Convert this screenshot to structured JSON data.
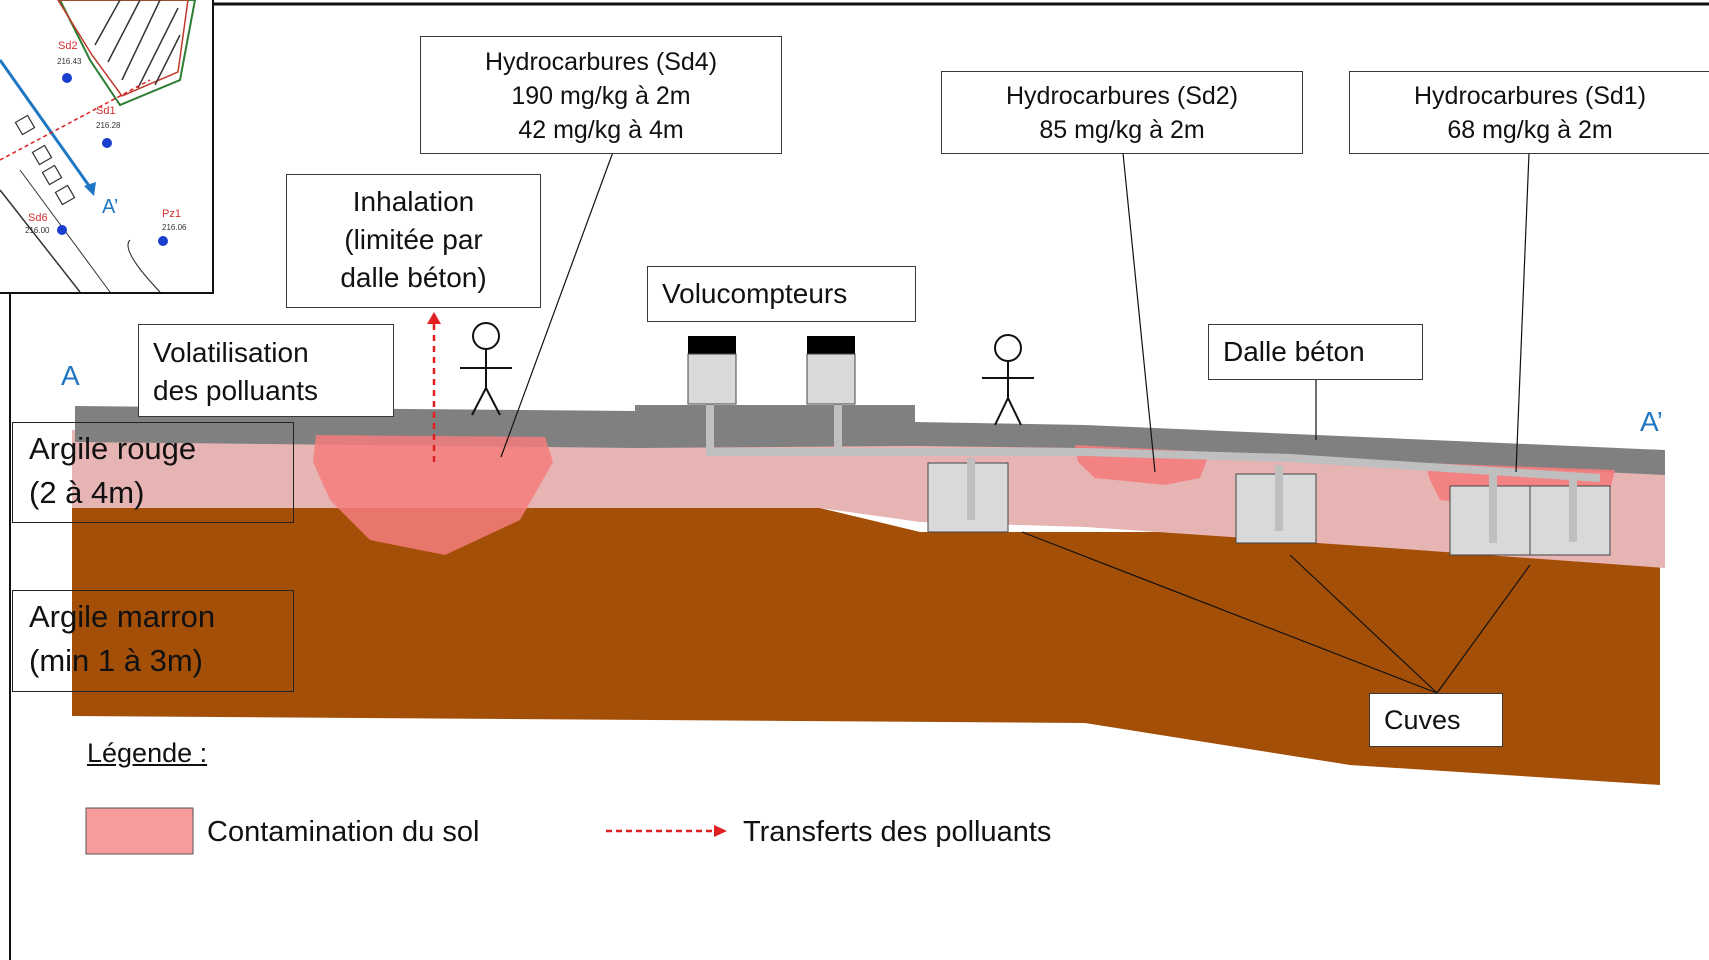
{
  "section": {
    "start_label": "A",
    "end_label": "A’"
  },
  "callouts": {
    "sd4": {
      "title": "Hydrocarbures (Sd4)",
      "line1": "190 mg/kg à 2m",
      "line2": "42 mg/kg à 4m"
    },
    "sd2": {
      "title": "Hydrocarbures (Sd2)",
      "line1": "85 mg/kg à 2m"
    },
    "sd1": {
      "title": "Hydrocarbures (Sd1)",
      "line1": "68 mg/kg à 2m"
    },
    "inhalation": {
      "line1": "Inhalation",
      "line2": "(limitée par",
      "line3": "dalle béton)"
    },
    "volatilisation": {
      "line1": "Volatilisation",
      "line2": "des polluants"
    },
    "volucompteurs": "Volucompteurs",
    "dalle": "Dalle béton",
    "cuves": "Cuves"
  },
  "layers": {
    "argile_rouge": {
      "line1": "Argile rouge",
      "line2": "(2 à 4m)"
    },
    "argile_marron": {
      "line1": "Argile marron",
      "line2": "(min 1 à 3m)"
    }
  },
  "legend": {
    "title": "Légende :",
    "contamination": "Contamination du sol",
    "transferts": "Transferts des polluants"
  },
  "inset_map": {
    "labels": [
      {
        "text": "Sd2",
        "value": "216.43"
      },
      {
        "text": "Sd1",
        "value": "216.28"
      },
      {
        "text": "Sd6",
        "value": "216.00"
      },
      {
        "text": "Pz1",
        "value": "216.06"
      }
    ],
    "section_end": "A’"
  },
  "colors": {
    "concrete": "#808080",
    "red_clay": "#e7b4b4",
    "brown_clay": "#a44f08",
    "contamination": "#f47c7c",
    "tank": "#d9d9d9",
    "pipe": "#bfbfbf",
    "section_label": "#1f77c4",
    "transfer_arrow": "#e02020"
  }
}
